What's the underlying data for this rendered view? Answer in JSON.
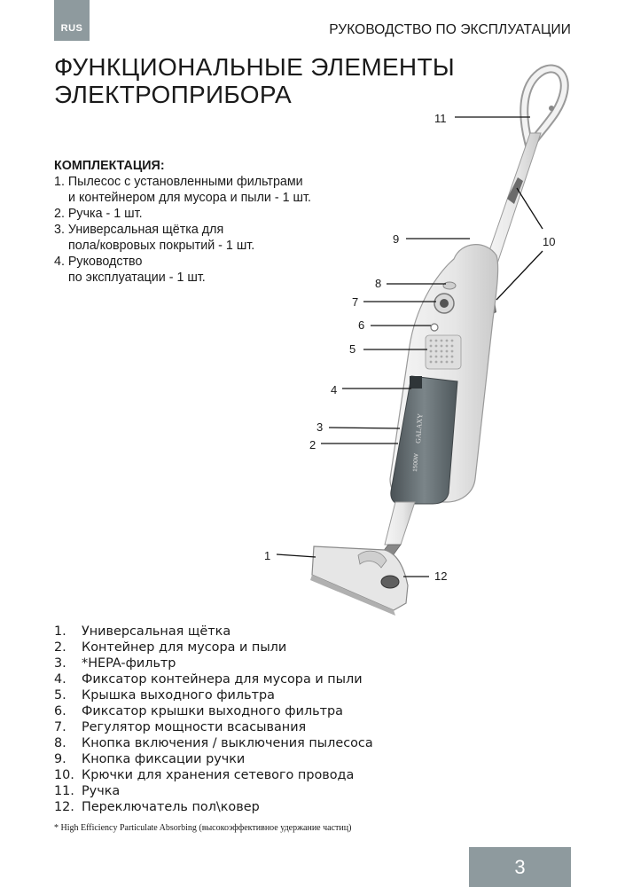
{
  "header": {
    "lang_badge": "RUS",
    "manual_title": "РУКОВОДСТВО ПО ЭКСПЛУАТАЦИИ"
  },
  "title": {
    "line1": "ФУНКЦИОНАЛЬНЫЕ ЭЛЕМЕНТЫ",
    "line2": "ЭЛЕКТРОПРИБОРА"
  },
  "kit": {
    "heading": "КОМПЛЕКТАЦИЯ:",
    "items": [
      {
        "line1": "1. Пылесос с установленными фильтрами",
        "line2": "и контейнером для мусора и пыли - 1 шт."
      },
      {
        "line1": "2. Ручка - 1 шт.",
        "line2": ""
      },
      {
        "line1": "3. Универсальная щётка для",
        "line2": "пола/ковровых покрытий - 1 шт."
      },
      {
        "line1": "4. Руководство",
        "line2": "по эксплуатации  - 1 шт."
      }
    ]
  },
  "figure": {
    "callouts": [
      "1",
      "2",
      "3",
      "4",
      "5",
      "6",
      "7",
      "8",
      "9",
      "10",
      "11",
      "12"
    ],
    "body_text": {
      "brand": "GALAXY",
      "power": "1500W"
    },
    "colors": {
      "body": "#ebebeb",
      "outline": "#9a9a9a",
      "container": "#5a6266",
      "leader": "#111111"
    }
  },
  "parts": [
    {
      "num": "1.",
      "label": "Универсальная щётка"
    },
    {
      "num": "2.",
      "label": "Контейнер для мусора и пыли"
    },
    {
      "num": "3.",
      "label": "*HEPA-фильтр"
    },
    {
      "num": "4.",
      "label": "Фиксатор контейнера для мусора и пыли"
    },
    {
      "num": "5.",
      "label": "Крышка выходного фильтра"
    },
    {
      "num": "6.",
      "label": "Фиксатор крышки выходного фильтра"
    },
    {
      "num": "7.",
      "label": "Регулятор мощности всасывания"
    },
    {
      "num": "8.",
      "label": "Кнопка включения / выключения пылесоса"
    },
    {
      "num": "9.",
      "label": "Кнопка фиксации ручки"
    },
    {
      "num": "10.",
      "label": "Крючки для хранения сетевого провода"
    },
    {
      "num": "11.",
      "label": "Ручка"
    },
    {
      "num": "12.",
      "label": "Переключатель пол\\ковер"
    }
  ],
  "footnote": "* High Efficiency Particulate Absorbing (высокоэффективное удержание частиц)",
  "page_number": "3"
}
